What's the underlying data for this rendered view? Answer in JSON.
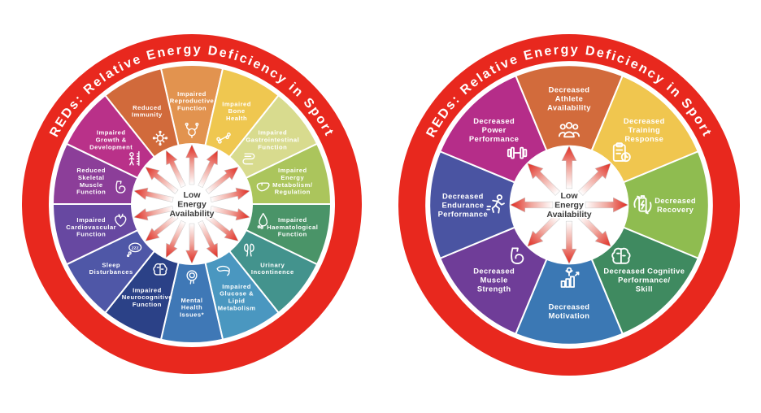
{
  "figure": {
    "ring_title": "REDs: Relative Energy Deficiency in Sport",
    "center_label": "Low Energy Availability",
    "center_label_lines": [
      "Low",
      "Energy",
      "Availability"
    ],
    "colors": {
      "ring": "#E8281E",
      "arrow_tip": "#DF2A20",
      "arrow_mid": "#F0A79E",
      "arrow_base": "#FFFFFF",
      "center_text": "#3B3B3B",
      "segment_label_text": "#FFFFFF",
      "segment_separator": "#FFFFFF"
    }
  },
  "wheels": [
    {
      "id": "health-consequences-wheel",
      "side": "left",
      "arrow_count": 14,
      "segments": [
        {
          "label": "Impaired Reproductive Function",
          "lines": [
            "Impaired",
            "Reproductive",
            "Function"
          ],
          "color": "#E2934F",
          "icon": "uterus-icon"
        },
        {
          "label": "Impaired Bone Health",
          "lines": [
            "Impaired",
            "Bone",
            "Health"
          ],
          "color": "#EFC750",
          "icon": "bone-icon"
        },
        {
          "label": "Impaired Gastrointestinal Function",
          "lines": [
            "Impaired",
            "Gastrointestinal",
            "Function"
          ],
          "color": "#D8DB8E",
          "icon": "intestine-icon"
        },
        {
          "label": "Impaired Energy Metabolism/Regulation",
          "lines": [
            "Impaired",
            "Energy",
            "Metabolism/",
            "Regulation"
          ],
          "color": "#ABC55C",
          "icon": "liver-icon"
        },
        {
          "label": "Impaired Haematological Function",
          "lines": [
            "Impaired",
            "Haematological",
            "Function"
          ],
          "color": "#4A9468",
          "icon": "blood-drop-icon"
        },
        {
          "label": "Urinary Incontinence",
          "lines": [
            "Urinary",
            "Incontinence"
          ],
          "color": "#43938D",
          "icon": "kidneys-icon"
        },
        {
          "label": "Impaired Glucose & Lipid Metabolism",
          "lines": [
            "Impaired",
            "Glucose &",
            "Lipid",
            "Metabolism"
          ],
          "color": "#4A97C0",
          "icon": "pancreas-icon"
        },
        {
          "label": "Mental Health Issues*",
          "lines": [
            "Mental",
            "Health",
            "Issues*"
          ],
          "color": "#3F78B6",
          "icon": "head-profile-icon"
        },
        {
          "label": "Impaired Neurocognitive Function",
          "lines": [
            "Impaired",
            "Neurocognitive",
            "Function"
          ],
          "color": "#2B4187",
          "icon": "brain-icon"
        },
        {
          "label": "Sleep Disturbances",
          "lines": [
            "Sleep",
            "Disturbances"
          ],
          "color": "#4F57A7",
          "icon": "zzz-icon"
        },
        {
          "label": "Impaired Cardiovascular Function",
          "lines": [
            "Impaired",
            "Cardiovascular",
            "Function"
          ],
          "color": "#6748A1",
          "icon": "heart-icon"
        },
        {
          "label": "Reduced Skeletal Muscle Function",
          "lines": [
            "Reduced",
            "Skeletal",
            "Muscle",
            "Function"
          ],
          "color": "#8C3E99",
          "icon": "bicep-icon"
        },
        {
          "label": "Impaired Growth & Development",
          "lines": [
            "Impaired",
            "Growth &",
            "Development"
          ],
          "color": "#B93189",
          "icon": "height-chart-icon"
        },
        {
          "label": "Reduced Immunity",
          "lines": [
            "Reduced",
            "Immunity"
          ],
          "color": "#D16A3B",
          "icon": "virus-icon"
        }
      ]
    },
    {
      "id": "performance-consequences-wheel",
      "side": "right",
      "arrow_count": 8,
      "segments": [
        {
          "label": "Decreased Athlete Availability",
          "lines": [
            "Decreased",
            "Athlete",
            "Availability"
          ],
          "color": "#D26B3C",
          "icon": "athletes-group-icon"
        },
        {
          "label": "Decreased Training Response",
          "lines": [
            "Decreased",
            "Training",
            "Response"
          ],
          "color": "#F0C64F",
          "icon": "clipboard-clock-icon"
        },
        {
          "label": "Decreased Recovery",
          "lines": [
            "Decreased",
            "Recovery"
          ],
          "color": "#8FBC50",
          "icon": "battery-recharge-icon"
        },
        {
          "label": "Decreased Cognitive Performance/Skill",
          "lines": [
            "Decreased Cognitive",
            "Performance/",
            "Skill"
          ],
          "color": "#3F8A60",
          "icon": "brain-icon"
        },
        {
          "label": "Decreased Motivation",
          "lines": [
            "Decreased",
            "Motivation"
          ],
          "color": "#3B78B4",
          "icon": "motivation-icon"
        },
        {
          "label": "Decreased Muscle Strength",
          "lines": [
            "Decreased",
            "Muscle",
            "Strength"
          ],
          "color": "#6F3D98",
          "icon": "bicep-icon"
        },
        {
          "label": "Decreased Endurance Performance",
          "lines": [
            "Decreased",
            "Endurance",
            "Performance"
          ],
          "color": "#4A54A2",
          "icon": "runner-icon"
        },
        {
          "label": "Decreased Power Performance",
          "lines": [
            "Decreased",
            "Power",
            "Performance"
          ],
          "color": "#B52D89",
          "icon": "dumbbell-icon"
        }
      ]
    }
  ]
}
